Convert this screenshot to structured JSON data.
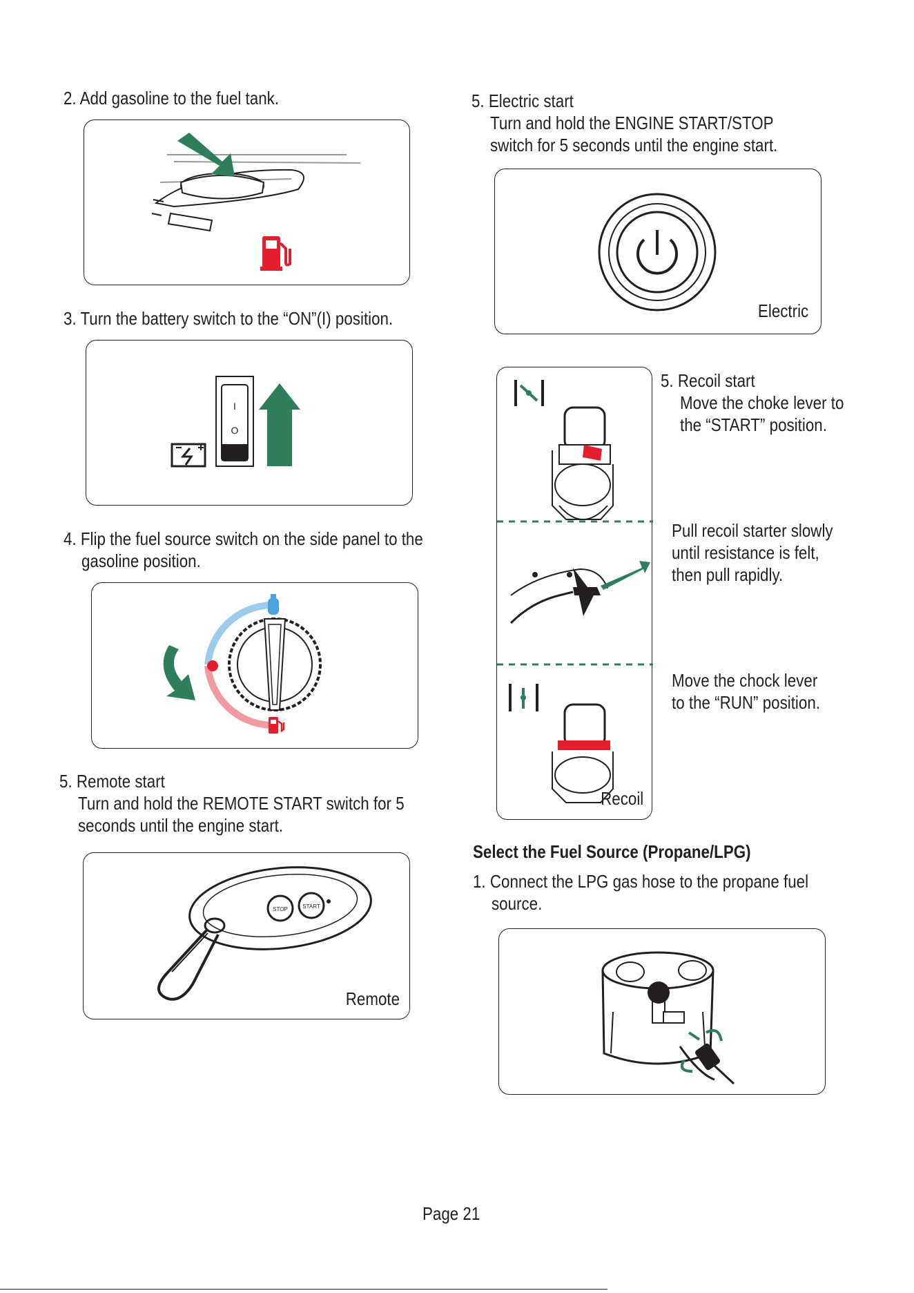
{
  "left": {
    "step2": "2. Add gasoline to the fuel tank.",
    "step3": "3. Turn the battery switch to the “ON”(I) position.",
    "step4_l1": "4. Flip the fuel source switch on the side panel to the",
    "step4_l2": "gasoline position.",
    "step5_title": "5. Remote start",
    "step5_l1": "Turn and hold the REMOTE START switch for 5",
    "step5_l2": "seconds until the engine start.",
    "remote_caption": "Remote",
    "switch_on_symbol": "I",
    "switch_off_symbol": "O",
    "fob_stop_label": "STOP",
    "fob_start_label": "START"
  },
  "right": {
    "electric_title": "5. Electric start",
    "electric_l1": "Turn and hold the ENGINE START/STOP",
    "electric_l2": "switch for 5 seconds until the engine start.",
    "electric_caption": "Electric",
    "recoil_title": "5. Recoil start",
    "recoil_l1": "Move the choke lever to",
    "recoil_l2": "the “START” position.",
    "pull_l1": "Pull recoil starter slowly",
    "pull_l2": "until resistance is felt,",
    "pull_l3": "then pull rapidly.",
    "run_l1": "Move the chock lever",
    "run_l2": "to the “RUN” position.",
    "recoil_caption": "Recoil",
    "lpg_heading": "Select the Fuel Source (Propane/LPG)",
    "lpg_l1": "1. Connect the LPG gas hose to the propane fuel",
    "lpg_l2": "source."
  },
  "footer": {
    "page": "Page 21"
  },
  "colors": {
    "green": "#2e7d5b",
    "red": "#e31e2d",
    "blue": "#4aa3df",
    "ink": "#231f20"
  },
  "icons": [
    "arrow-down-icon",
    "fuel-pump-icon",
    "battery-icon",
    "arrow-up-icon",
    "propane-tank-icon",
    "rotate-arrow-icon",
    "power-icon",
    "choke-start-icon",
    "choke-run-icon"
  ]
}
